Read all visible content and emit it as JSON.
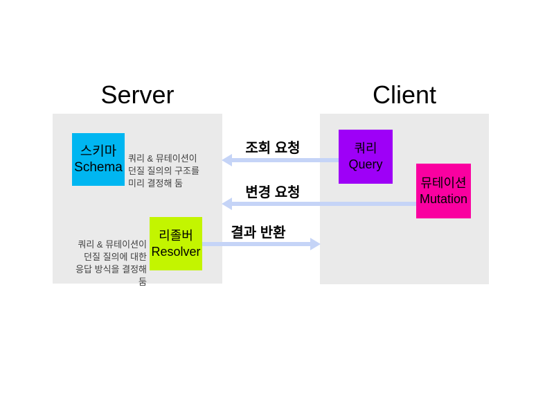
{
  "diagram": {
    "server": {
      "title": "Server",
      "schema_box": {
        "label_ko": "스키마",
        "label_en": "Schema",
        "color": "#00b6f1",
        "desc": [
          "쿼리 & 뮤테이션이",
          "던질 질의의 구조를",
          "미리 결정해 둠"
        ]
      },
      "resolver_box": {
        "label_ko": "리졸버",
        "label_en": "Resolver",
        "color": "#c3f500",
        "desc": [
          "쿼리 & 뮤테이션이",
          "던질 질의에 대한",
          "응답 방식을 결정해 둠"
        ]
      }
    },
    "client": {
      "title": "Client",
      "query_box": {
        "label_ko": "쿼리",
        "label_en": "Query",
        "color": "#9e00f7"
      },
      "mutation_box": {
        "label_ko": "뮤테이션",
        "label_en": "Mutation",
        "color": "#fa00a0"
      }
    },
    "arrows": [
      {
        "label": "조회 요청",
        "direction": "left",
        "from": "Query",
        "to": "Server"
      },
      {
        "label": "변경 요청",
        "direction": "left",
        "from": "Mutation",
        "to": "Server"
      },
      {
        "label": "결과 반환",
        "direction": "right",
        "from": "Resolver",
        "to": "Client"
      }
    ],
    "colors": {
      "panel_bg": "#eaeaea",
      "arrow": "#c5d4f7",
      "schema": "#00b6f1",
      "resolver": "#c3f500",
      "query": "#9e00f7",
      "mutation": "#fa00a0",
      "desc_text": "#3f3f3f"
    }
  }
}
